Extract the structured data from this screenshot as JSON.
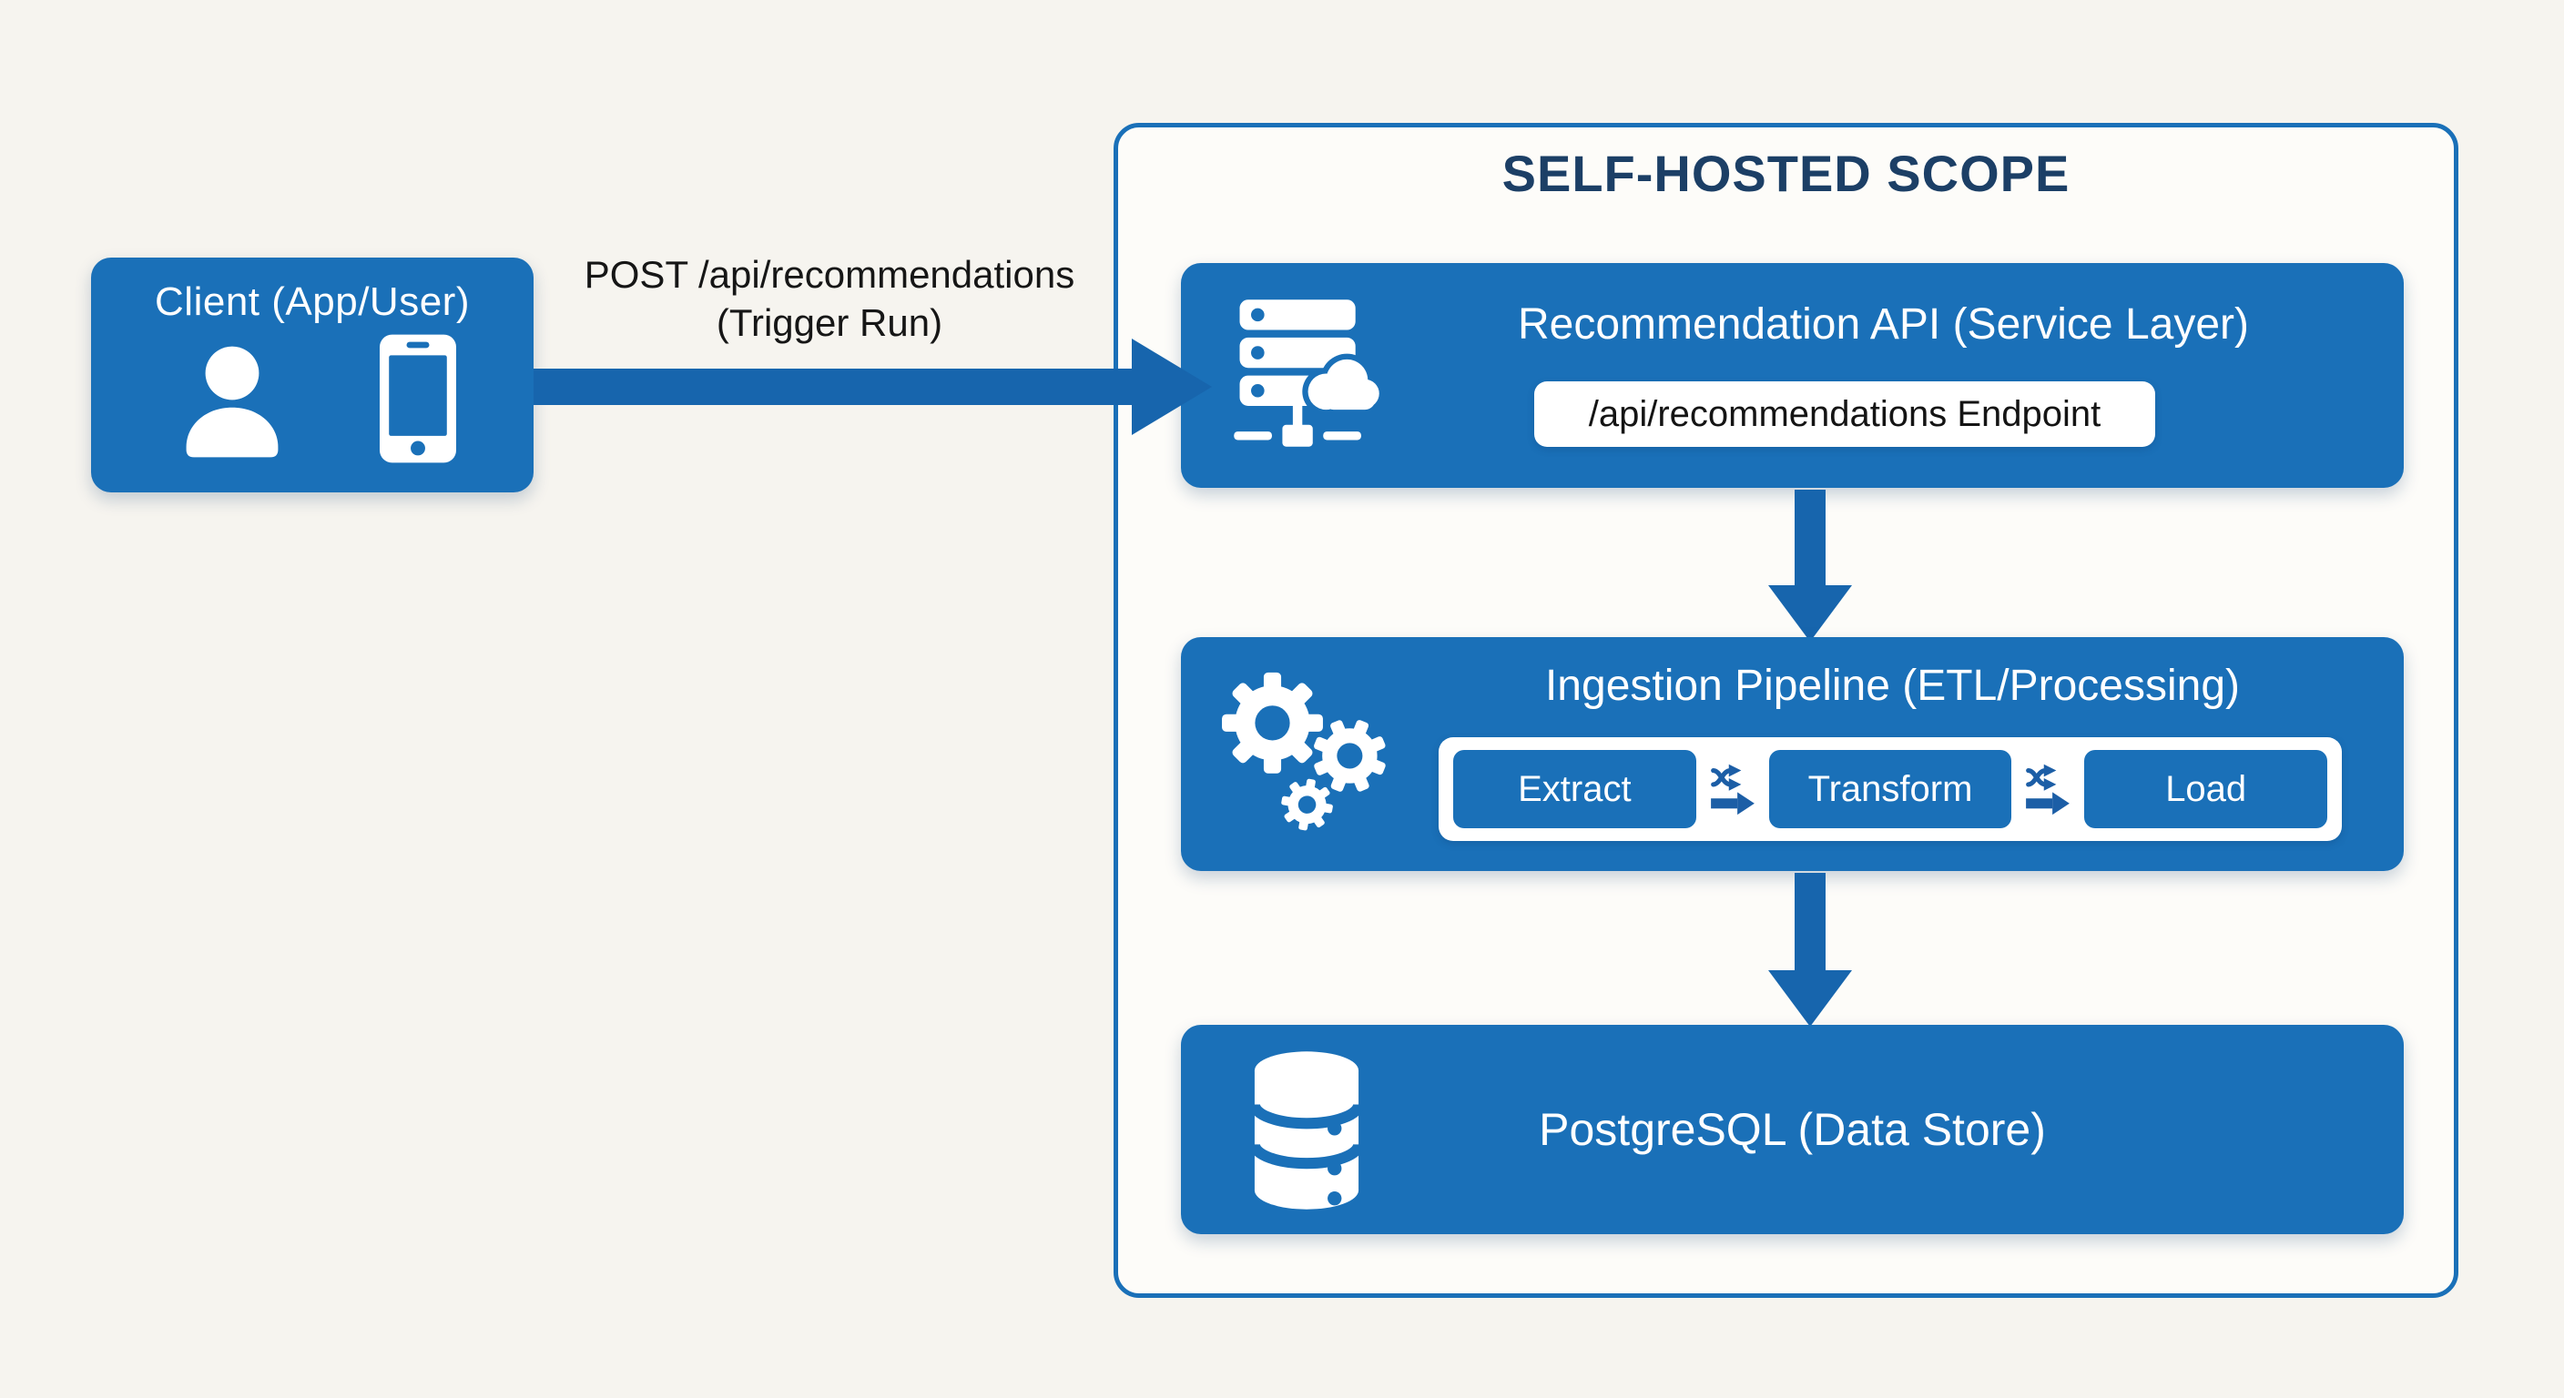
{
  "colors": {
    "box-blue": "#1A70B8",
    "arrow-blue": "#1765AD",
    "flow-blue": "#1C5EA6",
    "scope-navy": "#1C3F66",
    "bg": "#F6F4EF",
    "scope-bg": "#FDFCF9",
    "text-dark": "#161616"
  },
  "client": {
    "title": "Client (App/User)",
    "icons": [
      "user-icon",
      "smartphone-icon"
    ]
  },
  "request": {
    "line1": "POST /api/recommendations",
    "line2": "(Trigger Run)"
  },
  "scope": {
    "title": "SELF-HOSTED SCOPE",
    "api": {
      "icon": "server-cloud-icon",
      "title": "Recommendation API (Service Layer)",
      "endpoint": "/api/recommendations Endpoint"
    },
    "pipeline": {
      "icon": "gears-icon",
      "title": "Ingestion Pipeline (ETL/Processing)",
      "steps": [
        "Extract",
        "Transform",
        "Load"
      ]
    },
    "datastore": {
      "icon": "database-icon",
      "title": "PostgreSQL (Data Store)"
    }
  }
}
